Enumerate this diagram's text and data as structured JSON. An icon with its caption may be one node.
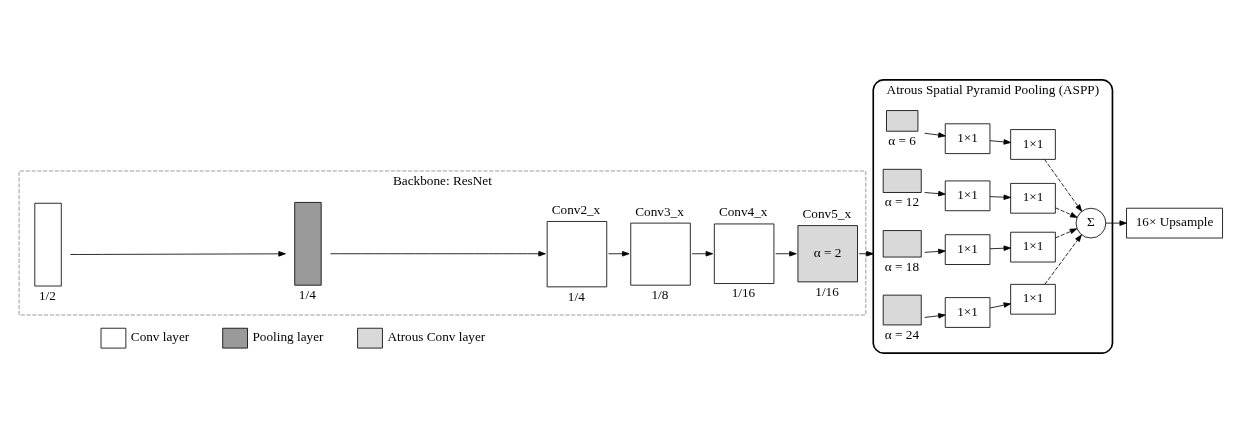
{
  "diagram": {
    "nodes": [
      {
        "text": [
          "Backbone: ResNet"
        ]
      },
      {
        "text": [],
        "shape": "box",
        "in": 0,
        "beside": [
          "1/2"
        ]
      },
      {
        "text": [],
        "shape": "box",
        "in": 0,
        "beside": [
          "1/4"
        ]
      },
      {
        "text": [
          "Conv2_x"
        ],
        "in": 0,
        "beside": [
          "1/4"
        ]
      },
      {
        "text": [
          "Conv3_x"
        ],
        "in": 0,
        "beside": [
          "1/8"
        ]
      },
      {
        "text": [
          "Conv4_x"
        ],
        "in": 0,
        "beside": [
          "1/16"
        ]
      },
      {
        "text": [
          "Conv5_x",
          "α = 2"
        ],
        "in": 0,
        "beside": [
          "1/16"
        ]
      },
      {
        "text": [
          "Atrous Spatial Pyramid Pooling (ASPP)"
        ]
      },
      {
        "text": [],
        "shape": "box",
        "in": 7,
        "beside": [
          "α = 6"
        ]
      },
      {
        "text": [
          "1×1"
        ],
        "in": 7
      },
      {
        "text": [
          "1×1"
        ],
        "in": 7
      },
      {
        "text": [],
        "shape": "box",
        "in": 7,
        "beside": [
          "α = 12"
        ]
      },
      {
        "text": [
          "1×1"
        ],
        "in": 7
      },
      {
        "text": [
          "1×1"
        ],
        "in": 7
      },
      {
        "text": [],
        "shape": "box",
        "in": 7,
        "beside": [
          "α = 18"
        ]
      },
      {
        "text": [
          "1×1"
        ],
        "in": 7
      },
      {
        "text": [
          "1×1"
        ],
        "in": 7
      },
      {
        "text": [],
        "shape": "box",
        "in": 7,
        "beside": [
          "α = 24"
        ]
      },
      {
        "text": [
          "1×1"
        ],
        "in": 7
      },
      {
        "text": [
          "1×1"
        ],
        "in": 7
      },
      {
        "text": [
          "Σ"
        ],
        "in": 7
      },
      {
        "text": [
          "16× Upsample"
        ]
      }
    ],
    "edges": [
      {
        "from": 1,
        "to": 2,
        "arrow": "to"
      },
      {
        "from": 2,
        "to": 3,
        "arrow": "to"
      },
      {
        "from": 3,
        "to": 4,
        "arrow": "to"
      },
      {
        "from": 4,
        "to": 5,
        "arrow": "to"
      },
      {
        "from": 5,
        "to": 6,
        "arrow": "to"
      },
      {
        "from": 6,
        "to": 7,
        "arrow": "to"
      },
      {
        "from": 8,
        "to": 9,
        "arrow": "to"
      },
      {
        "from": 9,
        "to": 10,
        "arrow": "to"
      },
      {
        "from": 11,
        "to": 12,
        "arrow": "to"
      },
      {
        "from": 12,
        "to": 13,
        "arrow": "to"
      },
      {
        "from": 14,
        "to": 15,
        "arrow": "to"
      },
      {
        "from": 15,
        "to": 16,
        "arrow": "to"
      },
      {
        "from": 17,
        "to": 18,
        "arrow": "to"
      },
      {
        "from": 18,
        "to": 19,
        "arrow": "to"
      },
      {
        "from": 10,
        "to": 20,
        "arrow": "to",
        "style": "dashed"
      },
      {
        "from": 13,
        "to": 20,
        "arrow": "to",
        "style": "dashed"
      },
      {
        "from": 16,
        "to": 20,
        "arrow": "to",
        "style": "dashed"
      },
      {
        "from": 19,
        "to": 20,
        "arrow": "to",
        "style": "dashed"
      },
      {
        "from": 20,
        "to": 21,
        "arrow": "to"
      }
    ],
    "legend": [
      {
        "text": "Conv layer",
        "color": "#ffffff"
      },
      {
        "text": "Pooling layer",
        "color": "#9a9a9a"
      },
      {
        "text": "Atrous Conv layer",
        "color": "#d9d9d9"
      }
    ]
  }
}
